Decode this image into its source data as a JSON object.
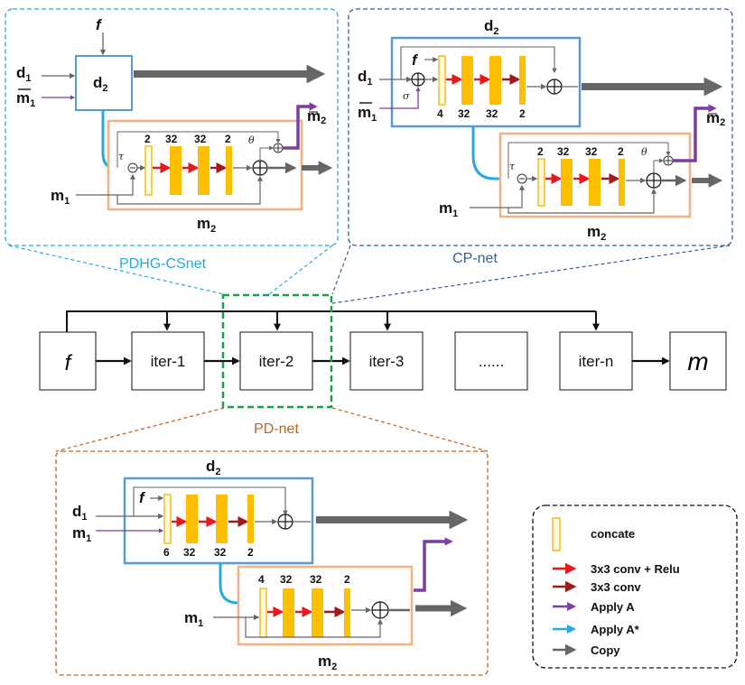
{
  "panels": {
    "pdhg": {
      "title": "PDHG-CSnet",
      "color": "#2aa8dc"
    },
    "cp": {
      "title": "CP-net",
      "color": "#3a5f8f"
    },
    "pd": {
      "title": "PD-net",
      "color": "#c0641e"
    }
  },
  "labels": {
    "f": "f",
    "d": "d",
    "m": "m",
    "one": "1",
    "two": "2",
    "tau": "τ",
    "theta": "θ",
    "sigma": "σ"
  },
  "channels": {
    "pdhg_m2": [
      "2",
      "32",
      "32",
      "2"
    ],
    "cp_d2": [
      "4",
      "32",
      "32",
      "2"
    ],
    "cp_m2": [
      "2",
      "32",
      "32",
      "2"
    ],
    "pd_d2": [
      "6",
      "32",
      "32",
      "2"
    ],
    "pd_m2": [
      "4",
      "32",
      "32",
      "2"
    ]
  },
  "chain": {
    "input": "f",
    "output": "m",
    "iterations": [
      "iter-1",
      "iter-2",
      "iter-3",
      "......",
      "iter-n"
    ]
  },
  "legend": {
    "items": [
      {
        "label": "concate",
        "kind": "box"
      },
      {
        "label": "3x3 conv + Relu",
        "kind": "arrow",
        "color": "#e41a1c"
      },
      {
        "label": "3x3 conv",
        "kind": "arrow",
        "color": "#a01a1a"
      },
      {
        "label": "Apply A",
        "kind": "arrow",
        "color": "#7b3fa0"
      },
      {
        "label": "Apply A*",
        "kind": "arrow",
        "color": "#29a9e0"
      },
      {
        "label": "Copy",
        "kind": "arrow",
        "color": "#666666"
      }
    ]
  },
  "colors": {
    "concat_fill": "#fffbe0",
    "concat_stroke": "#f0b400",
    "conv_fill": "#ffbe00",
    "relu_arrow": "#e41a1c",
    "conv_arrow": "#a01a1a",
    "apply_a": "#7b3fa0",
    "apply_a_star": "#29a9e0",
    "copy": "#666666",
    "d_box": "#5b9bd5",
    "m_box": "#f4b183",
    "zoom": "#18a04a"
  }
}
